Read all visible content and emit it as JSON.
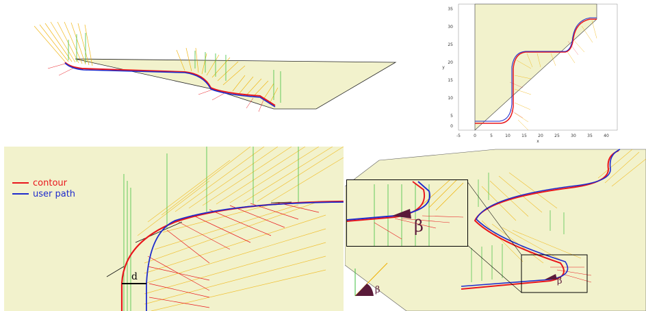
{
  "legend": {
    "contour_label": "contour",
    "user_path_label": "user path"
  },
  "symbols": {
    "distance": "d",
    "angle": "β"
  },
  "plot": {
    "x_label": "x",
    "y_label": "y",
    "x_ticks": [
      "-5",
      "0",
      "5",
      "10",
      "15",
      "20",
      "25",
      "30",
      "35",
      "40"
    ],
    "y_ticks": [
      "35",
      "30",
      "25",
      "20",
      "15",
      "10",
      "5",
      "0"
    ]
  },
  "colors": {
    "contour": "#e8161c",
    "user_path": "#1e2bcc",
    "surface": "#f2f2cc",
    "normals_orange": "#f0b000",
    "normals_green": "#3fbf3f",
    "angle_fill": "#5a1a3a"
  }
}
